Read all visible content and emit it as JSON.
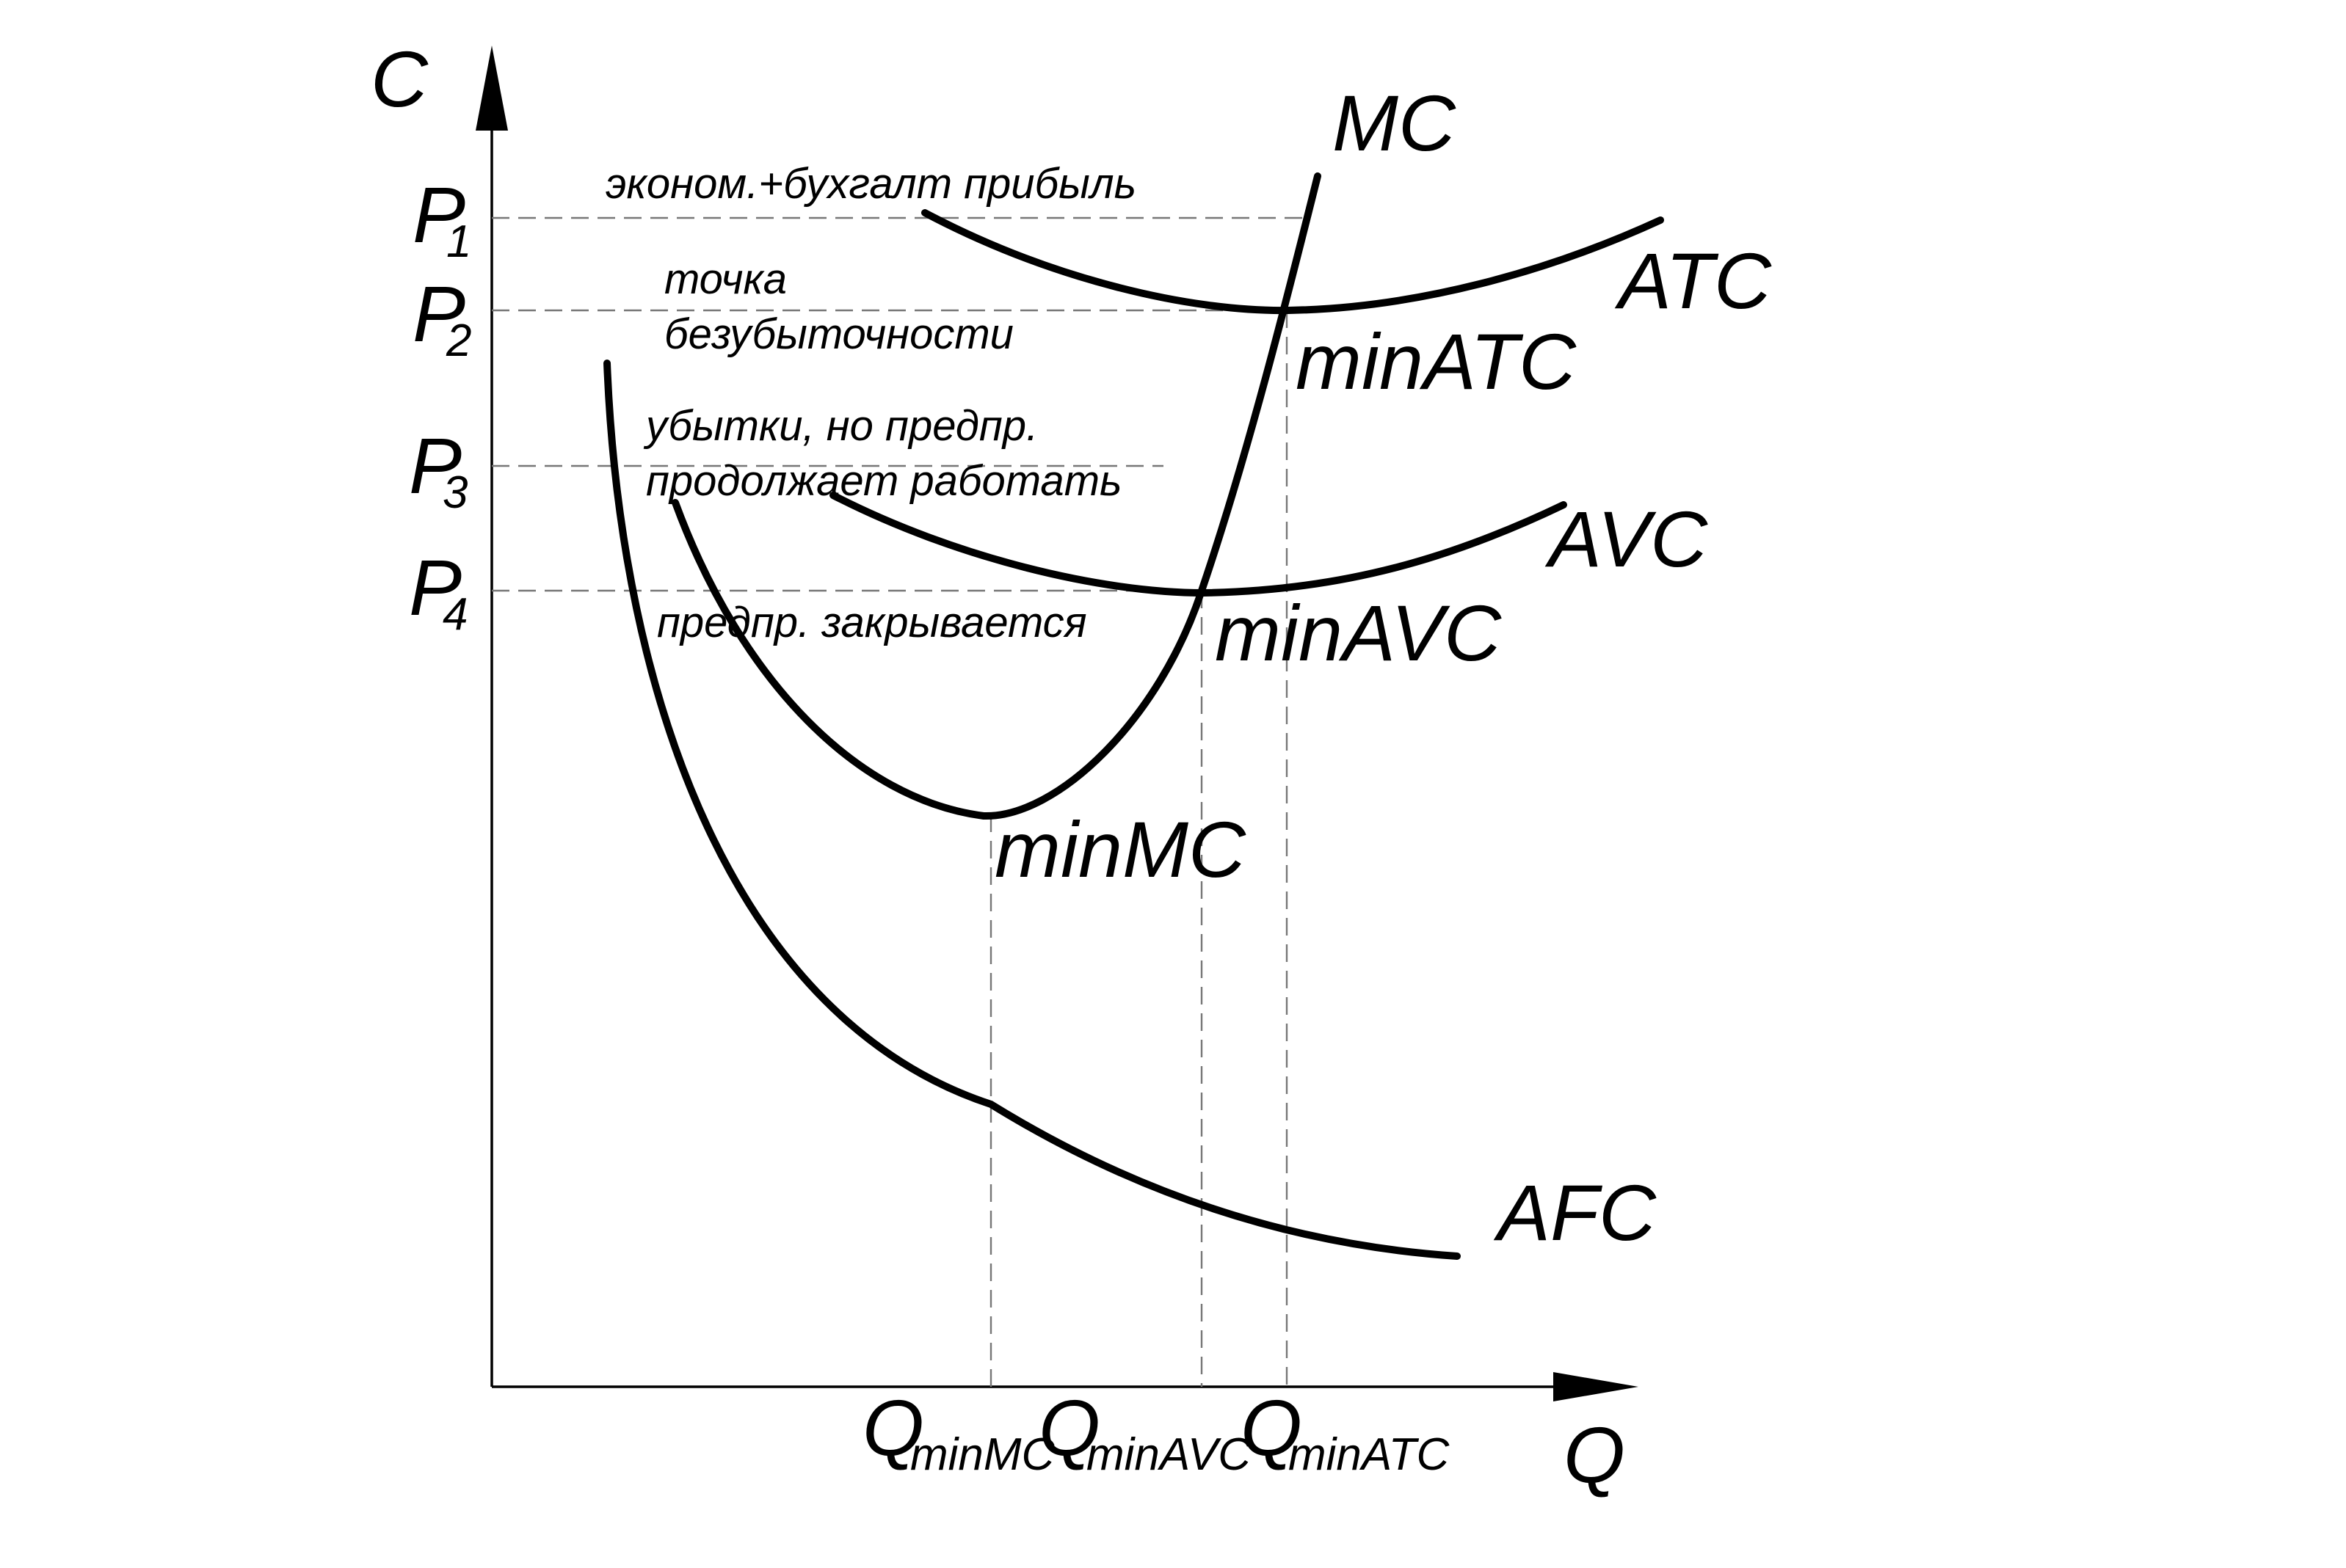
{
  "axes": {
    "y_label": "C",
    "x_label": "Q"
  },
  "price_levels": [
    {
      "main": "P",
      "sub": "1"
    },
    {
      "main": "P",
      "sub": "2"
    },
    {
      "main": "P",
      "sub": "3"
    },
    {
      "main": "P",
      "sub": "4"
    }
  ],
  "quantity_marks": [
    {
      "main": "Q",
      "sub": "minMC"
    },
    {
      "main": "Q",
      "sub": "minAVC"
    },
    {
      "main": "Q",
      "sub": "minATC"
    }
  ],
  "curves": {
    "mc": "MC",
    "atc": "ATC",
    "avc": "AVC",
    "afc": "AFC"
  },
  "points": {
    "min_atc": "minATC",
    "min_avc": "minAVC",
    "min_mc": "minMC"
  },
  "zones": {
    "profit": "эконом.+бухгалт прибыль",
    "breakeven_line1": "точка",
    "breakeven_line2": "безубыточности",
    "losses_line1": "убытки, но предпр.",
    "losses_line2": "продолжает работать",
    "shutdown": "предпр. закрывается"
  }
}
